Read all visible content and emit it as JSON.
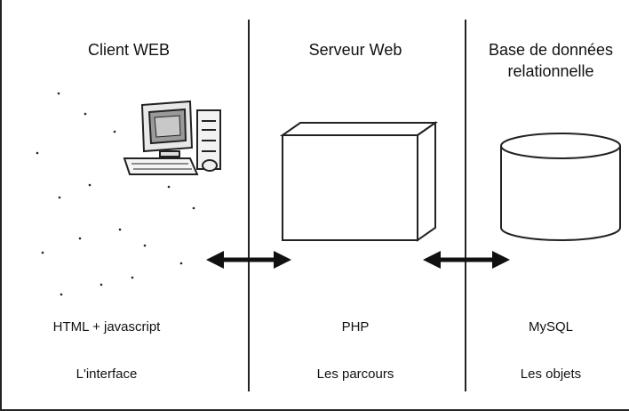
{
  "columns": [
    {
      "title": "Client WEB",
      "technology": "HTML + javascript",
      "role": "L'interface",
      "icon": "computer-icon"
    },
    {
      "title": "Serveur Web",
      "technology": "PHP",
      "role": "Les parcours",
      "icon": "server-box-icon"
    },
    {
      "title_line1": "Base de données",
      "title_line2": "relationnelle",
      "technology": "MySQL",
      "role": "Les objets",
      "icon": "database-cylinder-icon"
    }
  ],
  "colors": {
    "line": "#222222",
    "background": "#ffffff"
  }
}
